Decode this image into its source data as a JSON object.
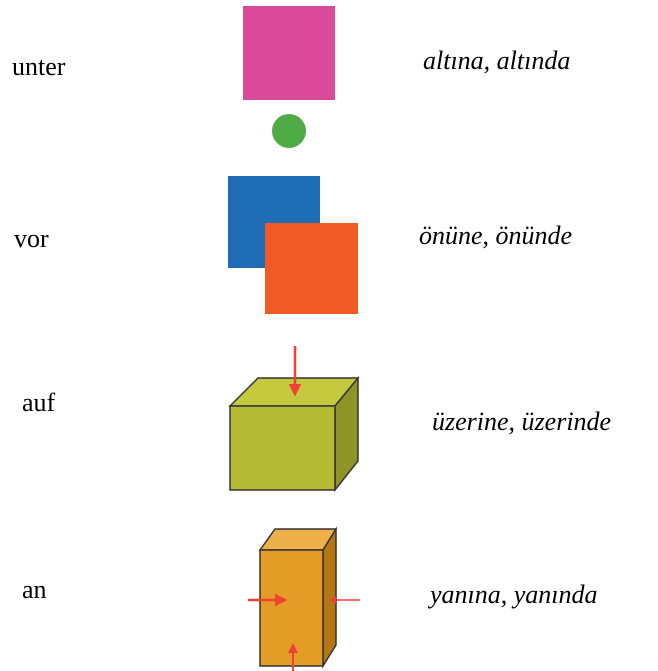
{
  "rows": [
    {
      "german": "unter",
      "turkish": "altına, altında"
    },
    {
      "german": "vor",
      "turkish": "önüne, önünde"
    },
    {
      "german": "auf",
      "turkish": "üzerine, üzerinde"
    },
    {
      "german": "an",
      "turkish": "yanına, yanında"
    }
  ],
  "colors": {
    "pink_square": "#d94a9a",
    "green_dot": "#4eab46",
    "blue_square": "#1f6db5",
    "orange_square": "#f05a24",
    "olive_cube": "#b5bb34",
    "amber_prism": "#e39c25",
    "arrow": "#ef4136"
  },
  "icons": {
    "unter": "pink-square-above-green-dot",
    "vor": "orange-square-in-front-of-blue-square",
    "auf": "arrow-pointing-onto-cube",
    "an": "arrows-pointing-at-prism-sides"
  }
}
